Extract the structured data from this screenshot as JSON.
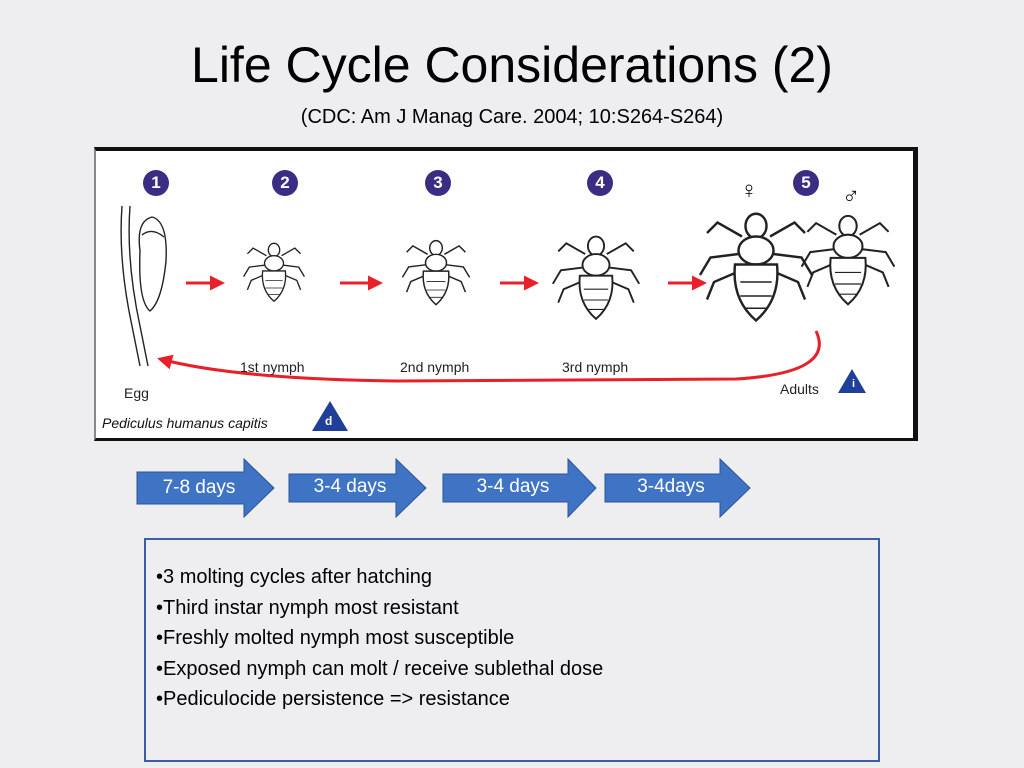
{
  "title": "Life Cycle Considerations (2)",
  "subtitle": "(CDC: Am J Manag Care.  2004; 10:S264-S264)",
  "diagram": {
    "stage_numbers": [
      "1",
      "2",
      "3",
      "4",
      "5"
    ],
    "labels": {
      "egg": "Egg",
      "nymph1": "1st nymph",
      "nymph2": "2nd nymph",
      "nymph3": "3rd nymph",
      "adults": "Adults"
    },
    "species": "Pediculus humanus capitis",
    "badge_d": "d",
    "badge_i": "i",
    "female_symbol": "♀",
    "male_symbol": "♂",
    "colors": {
      "badge": "#3b2d83",
      "arrow": "#e8202a",
      "triangle": "#1f3f99"
    }
  },
  "durations": [
    "7-8 days",
    "3-4 days",
    "3-4 days",
    "3-4days"
  ],
  "duration_arrow_color": "#3f74c4",
  "notes": [
    "3 molting cycles after hatching",
    "Third instar nymph most resistant",
    "Freshly molted nymph most susceptible",
    "Exposed nymph can molt / receive sublethal dose",
    "Pediculocide persistence => resistance"
  ]
}
